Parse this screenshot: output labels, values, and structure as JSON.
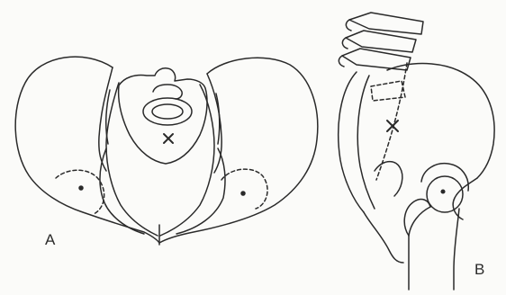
{
  "figure": {
    "panel_a": {
      "label": "A",
      "marker": "x"
    },
    "panel_b": {
      "label": "B",
      "marker": "x"
    }
  },
  "colors": {
    "ink": "#2a2a2a",
    "paper": "#fbfbf9"
  }
}
